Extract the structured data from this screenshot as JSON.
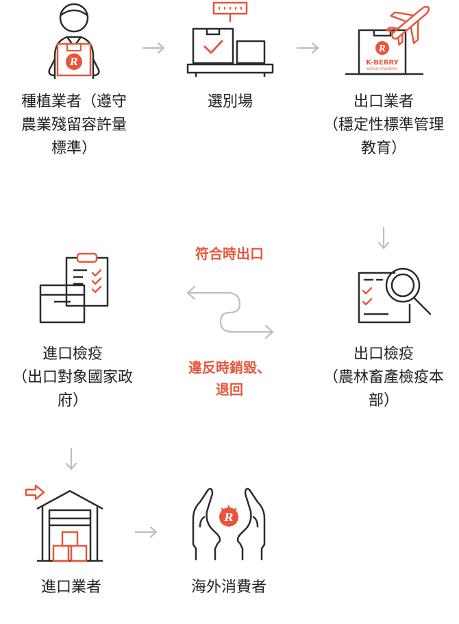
{
  "colors": {
    "accent": "#E8553A",
    "ink": "#2b2b2b",
    "arrow": "#bdbdbd",
    "text": "#222222"
  },
  "steps": [
    {
      "id": "farmer",
      "icon": "farmer-holding-box-icon",
      "lines": [
        "種植業者（遵守",
        "農業殘留容許量",
        "標準）"
      ]
    },
    {
      "id": "sorting",
      "icon": "sorting-scale-icon",
      "lines": [
        "選別場"
      ]
    },
    {
      "id": "exporter",
      "icon": "export-airplane-box-icon",
      "box_text": "K-BERRY",
      "box_subtext": "KOREAN STRAWBERRY",
      "lines": [
        "出口業者",
        "（穩定性標準管理",
        "教育）"
      ]
    },
    {
      "id": "import-quarantine",
      "icon": "clipboard-box-icon",
      "lines": [
        "進口檢疫",
        "（出口對象國家政",
        "府）"
      ]
    },
    {
      "id": "export-quarantine",
      "icon": "magnifier-document-icon",
      "lines": [
        "出口檢疫",
        "（農林畜產檢疫本",
        "部）"
      ]
    },
    {
      "id": "importer",
      "icon": "warehouse-icon",
      "lines": [
        "進口業者"
      ]
    },
    {
      "id": "consumer",
      "icon": "hands-strawberry-icon",
      "lines": [
        "海外消費者"
      ]
    }
  ],
  "outcomes": {
    "pass": {
      "lines": [
        "符合時出口"
      ]
    },
    "fail": {
      "lines": [
        "違反時銷毀、",
        "退回"
      ]
    }
  }
}
